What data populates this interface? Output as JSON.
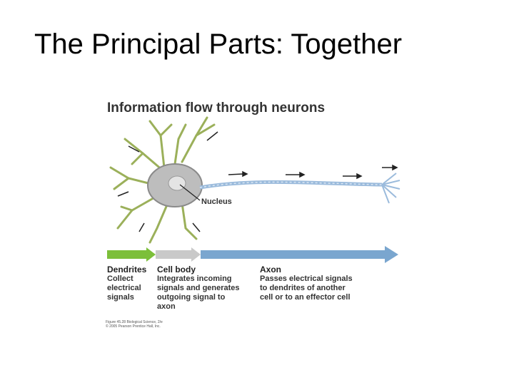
{
  "slide": {
    "title": "The Principal Parts: Together"
  },
  "figure": {
    "title": "Information flow through neurons",
    "nucleus_label": "Nucleus",
    "sections": [
      {
        "name": "Dendrites",
        "lines": [
          "Collect",
          "electrical",
          "signals"
        ],
        "color": "#7cbf3a"
      },
      {
        "name": "Cell body",
        "lines": [
          "Integrates incoming",
          "signals and generates",
          "outgoing signal to",
          "axon"
        ],
        "color": "#c9c9c9"
      },
      {
        "name": "Axon",
        "lines": [
          "Passes electrical signals",
          "to dendrites of another",
          "cell or to an effector cell"
        ],
        "color": "#7aa6cf"
      }
    ],
    "caption": [
      "Figure 45.28 Biological Science, 2/e",
      "© 2005 Pearson Prentice Hall, Inc."
    ]
  }
}
